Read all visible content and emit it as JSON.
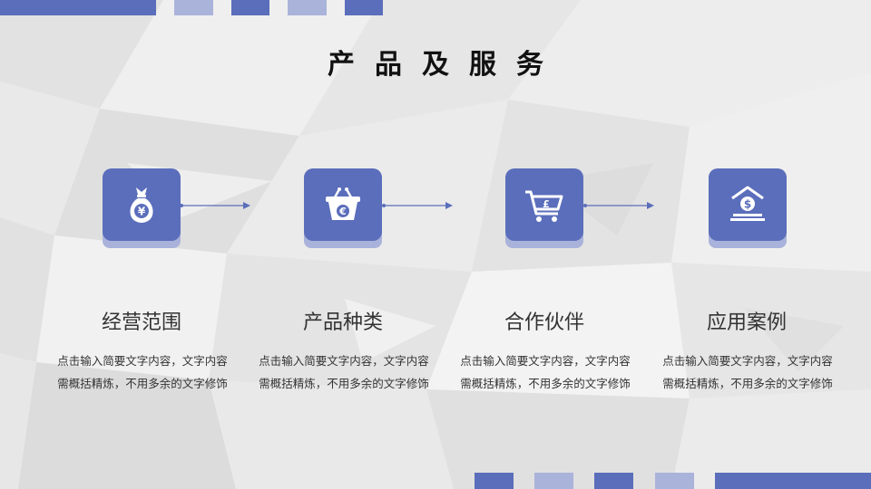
{
  "page": {
    "title": "产品及服务",
    "accent_color": "#5b6ebb",
    "accent_light": "#aab3da"
  },
  "items": [
    {
      "title": "经营范围",
      "icon": "money-bag-yen-icon",
      "icon_glyph": "¥",
      "description": "点击输入简要文字内容，文字内容需概括精炼，不用多余的文字修饰"
    },
    {
      "title": "产品种类",
      "icon": "basket-euro-icon",
      "icon_glyph": "€",
      "description": "点击输入简要文字内容，文字内容需概括精炼，不用多余的文字修饰"
    },
    {
      "title": "合作伙伴",
      "icon": "cart-pound-icon",
      "icon_glyph": "£",
      "description": "点击输入简要文字内容，文字内容需概括精炼，不用多余的文字修饰"
    },
    {
      "title": "应用案例",
      "icon": "bank-dollar-icon",
      "icon_glyph": "$",
      "description": "点击输入简要文字内容，文字内容需概括精炼，不用多余的文字修饰"
    }
  ]
}
